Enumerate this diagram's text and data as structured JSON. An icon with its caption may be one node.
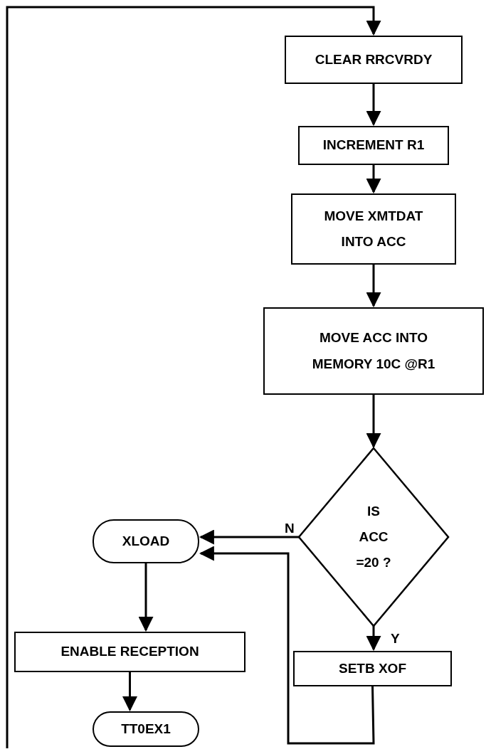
{
  "diagram": {
    "nodes": [
      {
        "text": [
          "CLEAR RRCVRDY"
        ]
      },
      {
        "text": [
          "INCREMENT R1"
        ]
      },
      {
        "text": [
          "MOVE XMTDAT INTO ACC"
        ]
      },
      {
        "text": [
          "MOVE ACC INTO MEMORY 10C @R1"
        ]
      },
      {
        "text": [
          "IS ACC =20 ?"
        ]
      },
      {
        "text": [
          "XLOAD"
        ]
      },
      {
        "text": [
          "ENABLE RECEPTION"
        ]
      },
      {
        "text": [
          "TT0EX1"
        ]
      },
      {
        "text": [
          "SETB XOF"
        ]
      }
    ],
    "edges": [
      {
        "from": null,
        "to": 0,
        "arrow": "to"
      },
      {
        "from": 0,
        "to": 1,
        "arrow": "to"
      },
      {
        "from": 1,
        "to": 2,
        "arrow": "to"
      },
      {
        "from": 2,
        "to": 3,
        "arrow": "to"
      },
      {
        "from": 3,
        "to": 4,
        "arrow": "to"
      },
      {
        "from": 4,
        "to": 5,
        "arrow": "to",
        "label": "N"
      },
      {
        "from": 4,
        "to": 8,
        "arrow": "to",
        "label": "Y"
      },
      {
        "from": 8,
        "to": 5,
        "arrow": "to"
      },
      {
        "from": 5,
        "to": 6,
        "arrow": "to"
      },
      {
        "from": 6,
        "to": 7,
        "arrow": "to"
      }
    ]
  }
}
